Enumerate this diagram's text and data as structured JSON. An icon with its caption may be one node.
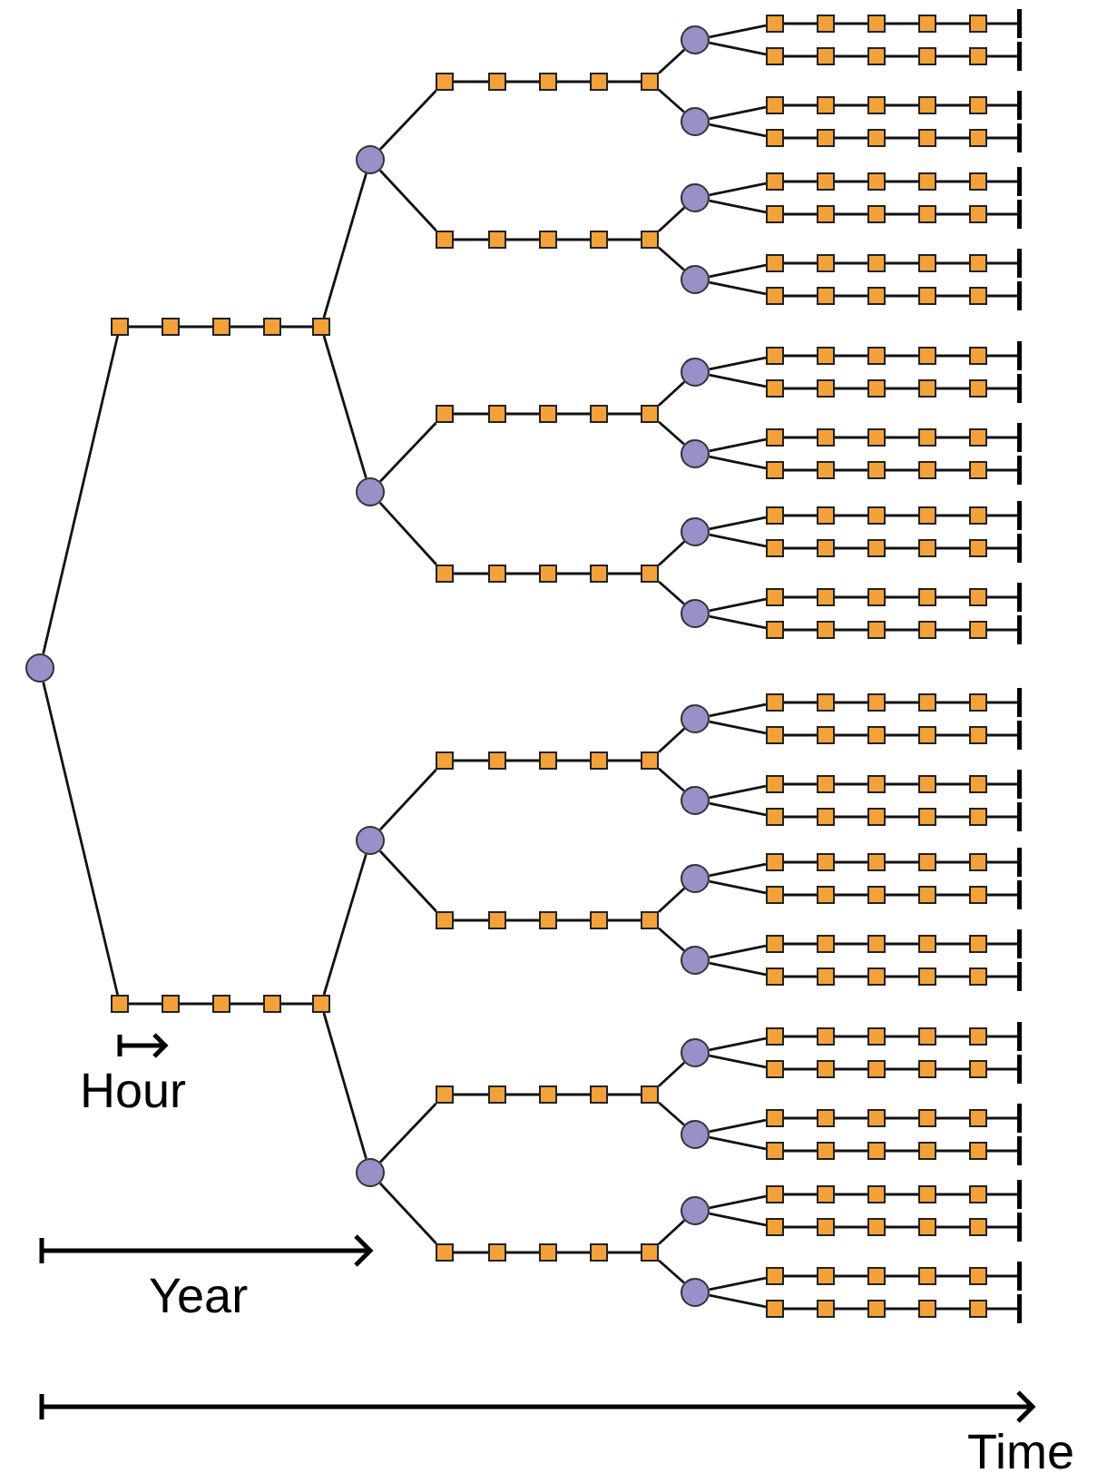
{
  "diagram": {
    "nodes": [
      {
        "text": [],
        "shape": "circle"
      },
      {
        "text": [],
        "shape": "box"
      },
      {
        "text": [],
        "shape": "box"
      },
      {
        "text": [],
        "shape": "box"
      },
      {
        "text": [],
        "shape": "box"
      },
      {
        "text": [],
        "shape": "box"
      },
      {
        "text": [],
        "shape": "box"
      },
      {
        "text": [],
        "shape": "box"
      },
      {
        "text": [],
        "shape": "box"
      },
      {
        "text": [],
        "shape": "box"
      },
      {
        "text": [],
        "shape": "box"
      },
      {
        "text": [],
        "shape": "circle"
      },
      {
        "text": [],
        "shape": "circle"
      },
      {
        "text": [],
        "shape": "circle"
      },
      {
        "text": [],
        "shape": "circle"
      },
      {
        "text": [],
        "shape": "box"
      },
      {
        "text": [],
        "shape": "box"
      },
      {
        "text": [],
        "shape": "box"
      },
      {
        "text": [],
        "shape": "box"
      },
      {
        "text": [],
        "shape": "box"
      },
      {
        "text": [],
        "shape": "box"
      },
      {
        "text": [],
        "shape": "box"
      },
      {
        "text": [],
        "shape": "box"
      },
      {
        "text": [],
        "shape": "box"
      },
      {
        "text": [],
        "shape": "box"
      },
      {
        "text": [],
        "shape": "box"
      },
      {
        "text": [],
        "shape": "box"
      },
      {
        "text": [],
        "shape": "box"
      },
      {
        "text": [],
        "shape": "box"
      },
      {
        "text": [],
        "shape": "box"
      },
      {
        "text": [],
        "shape": "box"
      },
      {
        "text": [],
        "shape": "box"
      },
      {
        "text": [],
        "shape": "box"
      },
      {
        "text": [],
        "shape": "box"
      },
      {
        "text": [],
        "shape": "box"
      },
      {
        "text": [],
        "shape": "box"
      },
      {
        "text": [],
        "shape": "box"
      },
      {
        "text": [],
        "shape": "box"
      },
      {
        "text": [],
        "shape": "box"
      },
      {
        "text": [],
        "shape": "box"
      },
      {
        "text": [],
        "shape": "box"
      },
      {
        "text": [],
        "shape": "box"
      },
      {
        "text": [],
        "shape": "box"
      },
      {
        "text": [],
        "shape": "box"
      },
      {
        "text": [],
        "shape": "box"
      },
      {
        "text": [],
        "shape": "box"
      },
      {
        "text": [],
        "shape": "box"
      },
      {
        "text": [],
        "shape": "box"
      },
      {
        "text": [],
        "shape": "box"
      },
      {
        "text": [],
        "shape": "box"
      },
      {
        "text": [],
        "shape": "box"
      },
      {
        "text": [],
        "shape": "box"
      },
      {
        "text": [],
        "shape": "box"
      },
      {
        "text": [],
        "shape": "box"
      },
      {
        "text": [],
        "shape": "box"
      },
      {
        "text": [],
        "shape": "circle"
      },
      {
        "text": [],
        "shape": "circle"
      },
      {
        "text": [],
        "shape": "circle"
      },
      {
        "text": [],
        "shape": "circle"
      },
      {
        "text": [],
        "shape": "circle"
      },
      {
        "text": [],
        "shape": "circle"
      },
      {
        "text": [],
        "shape": "circle"
      },
      {
        "text": [],
        "shape": "circle"
      },
      {
        "text": [],
        "shape": "circle"
      },
      {
        "text": [],
        "shape": "circle"
      },
      {
        "text": [],
        "shape": "circle"
      },
      {
        "text": [],
        "shape": "circle"
      },
      {
        "text": [],
        "shape": "circle"
      },
      {
        "text": [],
        "shape": "circle"
      },
      {
        "text": [],
        "shape": "circle"
      },
      {
        "text": [],
        "shape": "circle"
      },
      {
        "text": [],
        "shape": "box"
      },
      {
        "text": [],
        "shape": "box"
      },
      {
        "text": [],
        "shape": "box"
      },
      {
        "text": [],
        "shape": "box"
      },
      {
        "text": [],
        "shape": "box"
      },
      {
        "text": [],
        "shape": "box"
      },
      {
        "text": [],
        "shape": "box"
      },
      {
        "text": [],
        "shape": "box"
      },
      {
        "text": [],
        "shape": "box"
      },
      {
        "text": [],
        "shape": "box"
      },
      {
        "text": [],
        "shape": "box"
      },
      {
        "text": [],
        "shape": "box"
      },
      {
        "text": [],
        "shape": "box"
      },
      {
        "text": [],
        "shape": "box"
      },
      {
        "text": [],
        "shape": "box"
      },
      {
        "text": [],
        "shape": "box"
      },
      {
        "text": [],
        "shape": "box"
      },
      {
        "text": [],
        "shape": "box"
      },
      {
        "text": [],
        "shape": "box"
      },
      {
        "text": [],
        "shape": "box"
      },
      {
        "text": [],
        "shape": "box"
      },
      {
        "text": [],
        "shape": "box"
      },
      {
        "text": [],
        "shape": "box"
      },
      {
        "text": [],
        "shape": "box"
      },
      {
        "text": [],
        "shape": "box"
      },
      {
        "text": [],
        "shape": "box"
      },
      {
        "text": [],
        "shape": "box"
      },
      {
        "text": [],
        "shape": "box"
      },
      {
        "text": [],
        "shape": "box"
      },
      {
        "text": [],
        "shape": "box"
      },
      {
        "text": [],
        "shape": "box"
      },
      {
        "text": [],
        "shape": "box"
      },
      {
        "text": [],
        "shape": "box"
      },
      {
        "text": [],
        "shape": "box"
      },
      {
        "text": [],
        "shape": "box"
      },
      {
        "text": [],
        "shape": "box"
      },
      {
        "text": [],
        "shape": "box"
      },
      {
        "text": [],
        "shape": "box"
      },
      {
        "text": [],
        "shape": "box"
      },
      {
        "text": [],
        "shape": "box"
      },
      {
        "text": [],
        "shape": "box"
      },
      {
        "text": [],
        "shape": "box"
      },
      {
        "text": [],
        "shape": "box"
      },
      {
        "text": [],
        "shape": "box"
      },
      {
        "text": [],
        "shape": "box"
      },
      {
        "text": [],
        "shape": "box"
      },
      {
        "text": [],
        "shape": "box"
      },
      {
        "text": [],
        "shape": "box"
      },
      {
        "text": [],
        "shape": "box"
      },
      {
        "text": [],
        "shape": "box"
      },
      {
        "text": [],
        "shape": "box"
      },
      {
        "text": [],
        "shape": "box"
      },
      {
        "text": [],
        "shape": "box"
      },
      {
        "text": [],
        "shape": "box"
      },
      {
        "text": [],
        "shape": "box"
      },
      {
        "text": [],
        "shape": "box"
      },
      {
        "text": [],
        "shape": "box"
      },
      {
        "text": [],
        "shape": "box"
      },
      {
        "text": [],
        "shape": "box"
      },
      {
        "text": [],
        "shape": "box"
      },
      {
        "text": [],
        "shape": "box"
      },
      {
        "text": [],
        "shape": "box"
      },
      {
        "text": [],
        "shape": "box"
      },
      {
        "text": [],
        "shape": "box"
      },
      {
        "text": [],
        "shape": "box"
      },
      {
        "text": [],
        "shape": "box"
      },
      {
        "text": [],
        "shape": "box"
      },
      {
        "text": [],
        "shape": "box"
      },
      {
        "text": [],
        "shape": "box"
      },
      {
        "text": [],
        "shape": "box"
      },
      {
        "text": [],
        "shape": "box"
      },
      {
        "text": [],
        "shape": "box"
      },
      {
        "text": [],
        "shape": "box"
      },
      {
        "text": [],
        "shape": "box"
      },
      {
        "text": [],
        "shape": "box"
      },
      {
        "text": [],
        "shape": "box"
      },
      {
        "text": [],
        "shape": "box"
      },
      {
        "text": [],
        "shape": "box"
      },
      {
        "text": [],
        "shape": "box"
      },
      {
        "text": [],
        "shape": "box"
      },
      {
        "text": [],
        "shape": "box"
      },
      {
        "text": [],
        "shape": "box"
      },
      {
        "text": [],
        "shape": "box"
      },
      {
        "text": [],
        "shape": "box"
      },
      {
        "text": [],
        "shape": "box"
      },
      {
        "text": [],
        "shape": "box"
      },
      {
        "text": [],
        "shape": "box"
      },
      {
        "text": [],
        "shape": "box"
      },
      {
        "text": [],
        "shape": "box"
      },
      {
        "text": [],
        "shape": "box"
      },
      {
        "text": [],
        "shape": "box"
      },
      {
        "text": [],
        "shape": "box"
      },
      {
        "text": [],
        "shape": "box"
      },
      {
        "text": [],
        "shape": "box"
      },
      {
        "text": [],
        "shape": "box"
      },
      {
        "text": [],
        "shape": "box"
      },
      {
        "text": [],
        "shape": "box"
      },
      {
        "text": [],
        "shape": "box"
      },
      {
        "text": [],
        "shape": "box"
      },
      {
        "text": [],
        "shape": "box"
      },
      {
        "text": [],
        "shape": "box"
      },
      {
        "text": [],
        "shape": "box"
      },
      {
        "text": [],
        "shape": "box"
      },
      {
        "text": [],
        "shape": "box"
      },
      {
        "text": [],
        "shape": "box"
      },
      {
        "text": [],
        "shape": "box"
      },
      {
        "text": [],
        "shape": "box"
      },
      {
        "text": [],
        "shape": "box"
      },
      {
        "text": [],
        "shape": "box"
      },
      {
        "text": [],
        "shape": "box"
      },
      {
        "text": [],
        "shape": "box"
      },
      {
        "text": [],
        "shape": "box"
      },
      {
        "text": [],
        "shape": "box"
      },
      {
        "text": [],
        "shape": "box"
      },
      {
        "text": [],
        "shape": "box"
      },
      {
        "text": [],
        "shape": "box"
      },
      {
        "text": [],
        "shape": "box"
      },
      {
        "text": [],
        "shape": "box"
      },
      {
        "text": [],
        "shape": "box"
      },
      {
        "text": [],
        "shape": "box"
      },
      {
        "text": [],
        "shape": "box"
      },
      {
        "text": [],
        "shape": "box"
      },
      {
        "text": [],
        "shape": "box"
      },
      {
        "text": [],
        "shape": "box"
      },
      {
        "text": [],
        "shape": "box"
      },
      {
        "text": [],
        "shape": "box"
      },
      {
        "text": [],
        "shape": "box"
      },
      {
        "text": [],
        "shape": "box"
      },
      {
        "text": [],
        "shape": "box"
      },
      {
        "text": [],
        "shape": "box"
      },
      {
        "text": [],
        "shape": "box"
      },
      {
        "text": [],
        "shape": "box"
      },
      {
        "text": [],
        "shape": "box"
      },
      {
        "text": [],
        "shape": "box"
      },
      {
        "text": [],
        "shape": "box"
      },
      {
        "text": [],
        "shape": "box"
      },
      {
        "text": [],
        "shape": "box"
      },
      {
        "text": [],
        "shape": "box"
      },
      {
        "text": [],
        "shape": "box"
      },
      {
        "text": [],
        "shape": "box"
      },
      {
        "text": [],
        "shape": "box"
      },
      {
        "text": [],
        "shape": "box"
      },
      {
        "text": [],
        "shape": "box"
      },
      {
        "text": [],
        "shape": "box"
      },
      {
        "text": [],
        "shape": "box"
      },
      {
        "text": [],
        "shape": "box"
      },
      {
        "text": [],
        "shape": "box"
      },
      {
        "text": [],
        "shape": "box"
      },
      {
        "text": [],
        "shape": "box"
      },
      {
        "text": [],
        "shape": "box"
      },
      {
        "text": [],
        "shape": "box"
      },
      {
        "text": [],
        "shape": "box"
      },
      {
        "text": [],
        "shape": "box"
      },
      {
        "text": [],
        "shape": "box"
      },
      {
        "text": [],
        "shape": "box"
      },
      {
        "text": [],
        "shape": "box"
      },
      {
        "text": [],
        "shape": "box"
      },
      {
        "text": [],
        "shape": "box"
      },
      {
        "text": [],
        "shape": "box"
      },
      {
        "text": [],
        "shape": "box"
      }
    ],
    "edges": [
      {
        "from": 0,
        "to": 1,
        "arrow": "none"
      },
      {
        "from": 0,
        "to": 6,
        "arrow": "none"
      },
      {
        "from": 1,
        "to": 2,
        "arrow": "none"
      },
      {
        "from": 2,
        "to": 3,
        "arrow": "none"
      },
      {
        "from": 3,
        "to": 4,
        "arrow": "none"
      },
      {
        "from": 4,
        "to": 5,
        "arrow": "none"
      },
      {
        "from": 6,
        "to": 7,
        "arrow": "none"
      },
      {
        "from": 7,
        "to": 8,
        "arrow": "none"
      },
      {
        "from": 8,
        "to": 9,
        "arrow": "none"
      },
      {
        "from": 9,
        "to": 10,
        "arrow": "none"
      },
      {
        "from": 5,
        "to": 11,
        "arrow": "none"
      },
      {
        "from": 5,
        "to": 12,
        "arrow": "none"
      },
      {
        "from": 10,
        "to": 13,
        "arrow": "none"
      },
      {
        "from": 10,
        "to": 14,
        "arrow": "none"
      },
      {
        "from": 11,
        "to": 15,
        "arrow": "none"
      },
      {
        "from": 11,
        "to": 20,
        "arrow": "none"
      },
      {
        "from": 12,
        "to": 25,
        "arrow": "none"
      },
      {
        "from": 12,
        "to": 30,
        "arrow": "none"
      },
      {
        "from": 13,
        "to": 35,
        "arrow": "none"
      },
      {
        "from": 13,
        "to": 40,
        "arrow": "none"
      },
      {
        "from": 14,
        "to": 45,
        "arrow": "none"
      },
      {
        "from": 14,
        "to": 50,
        "arrow": "none"
      },
      {
        "from": 15,
        "to": 16,
        "arrow": "none"
      },
      {
        "from": 16,
        "to": 17,
        "arrow": "none"
      },
      {
        "from": 17,
        "to": 18,
        "arrow": "none"
      },
      {
        "from": 18,
        "to": 19,
        "arrow": "none"
      },
      {
        "from": 20,
        "to": 21,
        "arrow": "none"
      },
      {
        "from": 21,
        "to": 22,
        "arrow": "none"
      },
      {
        "from": 22,
        "to": 23,
        "arrow": "none"
      },
      {
        "from": 23,
        "to": 24,
        "arrow": "none"
      },
      {
        "from": 25,
        "to": 26,
        "arrow": "none"
      },
      {
        "from": 26,
        "to": 27,
        "arrow": "none"
      },
      {
        "from": 27,
        "to": 28,
        "arrow": "none"
      },
      {
        "from": 28,
        "to": 29,
        "arrow": "none"
      },
      {
        "from": 30,
        "to": 31,
        "arrow": "none"
      },
      {
        "from": 31,
        "to": 32,
        "arrow": "none"
      },
      {
        "from": 32,
        "to": 33,
        "arrow": "none"
      },
      {
        "from": 33,
        "to": 34,
        "arrow": "none"
      },
      {
        "from": 35,
        "to": 36,
        "arrow": "none"
      },
      {
        "from": 36,
        "to": 37,
        "arrow": "none"
      },
      {
        "from": 37,
        "to": 38,
        "arrow": "none"
      },
      {
        "from": 38,
        "to": 39,
        "arrow": "none"
      },
      {
        "from": 40,
        "to": 41,
        "arrow": "none"
      },
      {
        "from": 41,
        "to": 42,
        "arrow": "none"
      },
      {
        "from": 42,
        "to": 43,
        "arrow": "none"
      },
      {
        "from": 43,
        "to": 44,
        "arrow": "none"
      },
      {
        "from": 45,
        "to": 46,
        "arrow": "none"
      },
      {
        "from": 46,
        "to": 47,
        "arrow": "none"
      },
      {
        "from": 47,
        "to": 48,
        "arrow": "none"
      },
      {
        "from": 48,
        "to": 49,
        "arrow": "none"
      },
      {
        "from": 50,
        "to": 51,
        "arrow": "none"
      },
      {
        "from": 51,
        "to": 52,
        "arrow": "none"
      },
      {
        "from": 52,
        "to": 53,
        "arrow": "none"
      },
      {
        "from": 53,
        "to": 54,
        "arrow": "none"
      },
      {
        "from": 19,
        "to": 55,
        "arrow": "none"
      },
      {
        "from": 19,
        "to": 56,
        "arrow": "none"
      },
      {
        "from": 24,
        "to": 57,
        "arrow": "none"
      },
      {
        "from": 24,
        "to": 58,
        "arrow": "none"
      },
      {
        "from": 29,
        "to": 59,
        "arrow": "none"
      },
      {
        "from": 29,
        "to": 60,
        "arrow": "none"
      },
      {
        "from": 34,
        "to": 61,
        "arrow": "none"
      },
      {
        "from": 34,
        "to": 62,
        "arrow": "none"
      },
      {
        "from": 39,
        "to": 63,
        "arrow": "none"
      },
      {
        "from": 39,
        "to": 64,
        "arrow": "none"
      },
      {
        "from": 44,
        "to": 65,
        "arrow": "none"
      },
      {
        "from": 44,
        "to": 66,
        "arrow": "none"
      },
      {
        "from": 49,
        "to": 67,
        "arrow": "none"
      },
      {
        "from": 49,
        "to": 68,
        "arrow": "none"
      },
      {
        "from": 54,
        "to": 69,
        "arrow": "none"
      },
      {
        "from": 54,
        "to": 70,
        "arrow": "none"
      },
      {
        "from": 55,
        "to": 71,
        "arrow": "none"
      },
      {
        "from": 55,
        "to": 76,
        "arrow": "none"
      },
      {
        "from": 56,
        "to": 81,
        "arrow": "none"
      },
      {
        "from": 56,
        "to": 86,
        "arrow": "none"
      },
      {
        "from": 57,
        "to": 91,
        "arrow": "none"
      },
      {
        "from": 57,
        "to": 96,
        "arrow": "none"
      },
      {
        "from": 58,
        "to": 101,
        "arrow": "none"
      },
      {
        "from": 58,
        "to": 106,
        "arrow": "none"
      },
      {
        "from": 59,
        "to": 111,
        "arrow": "none"
      },
      {
        "from": 59,
        "to": 116,
        "arrow": "none"
      },
      {
        "from": 60,
        "to": 121,
        "arrow": "none"
      },
      {
        "from": 60,
        "to": 126,
        "arrow": "none"
      },
      {
        "from": 61,
        "to": 131,
        "arrow": "none"
      },
      {
        "from": 61,
        "to": 136,
        "arrow": "none"
      },
      {
        "from": 62,
        "to": 141,
        "arrow": "none"
      },
      {
        "from": 62,
        "to": 146,
        "arrow": "none"
      },
      {
        "from": 63,
        "to": 151,
        "arrow": "none"
      },
      {
        "from": 63,
        "to": 156,
        "arrow": "none"
      },
      {
        "from": 64,
        "to": 161,
        "arrow": "none"
      },
      {
        "from": 64,
        "to": 166,
        "arrow": "none"
      },
      {
        "from": 65,
        "to": 171,
        "arrow": "none"
      },
      {
        "from": 65,
        "to": 176,
        "arrow": "none"
      },
      {
        "from": 66,
        "to": 181,
        "arrow": "none"
      },
      {
        "from": 66,
        "to": 186,
        "arrow": "none"
      },
      {
        "from": 67,
        "to": 191,
        "arrow": "none"
      },
      {
        "from": 67,
        "to": 196,
        "arrow": "none"
      },
      {
        "from": 68,
        "to": 201,
        "arrow": "none"
      },
      {
        "from": 68,
        "to": 206,
        "arrow": "none"
      },
      {
        "from": 69,
        "to": 211,
        "arrow": "none"
      },
      {
        "from": 69,
        "to": 216,
        "arrow": "none"
      },
      {
        "from": 70,
        "to": 221,
        "arrow": "none"
      },
      {
        "from": 70,
        "to": 226,
        "arrow": "none"
      },
      {
        "from": 71,
        "to": 72,
        "arrow": "none"
      },
      {
        "from": 72,
        "to": 73,
        "arrow": "none"
      },
      {
        "from": 73,
        "to": 74,
        "arrow": "none"
      },
      {
        "from": 74,
        "to": 75,
        "arrow": "none"
      },
      {
        "from": 76,
        "to": 77,
        "arrow": "none"
      },
      {
        "from": 77,
        "to": 78,
        "arrow": "none"
      },
      {
        "from": 78,
        "to": 79,
        "arrow": "none"
      },
      {
        "from": 79,
        "to": 80,
        "arrow": "none"
      },
      {
        "from": 81,
        "to": 82,
        "arrow": "none"
      },
      {
        "from": 82,
        "to": 83,
        "arrow": "none"
      },
      {
        "from": 83,
        "to": 84,
        "arrow": "none"
      },
      {
        "from": 84,
        "to": 85,
        "arrow": "none"
      },
      {
        "from": 86,
        "to": 87,
        "arrow": "none"
      },
      {
        "from": 87,
        "to": 88,
        "arrow": "none"
      },
      {
        "from": 88,
        "to": 89,
        "arrow": "none"
      },
      {
        "from": 89,
        "to": 90,
        "arrow": "none"
      },
      {
        "from": 91,
        "to": 92,
        "arrow": "none"
      },
      {
        "from": 92,
        "to": 93,
        "arrow": "none"
      },
      {
        "from": 93,
        "to": 94,
        "arrow": "none"
      },
      {
        "from": 94,
        "to": 95,
        "arrow": "none"
      },
      {
        "from": 96,
        "to": 97,
        "arrow": "none"
      },
      {
        "from": 97,
        "to": 98,
        "arrow": "none"
      },
      {
        "from": 98,
        "to": 99,
        "arrow": "none"
      },
      {
        "from": 99,
        "to": 100,
        "arrow": "none"
      },
      {
        "from": 101,
        "to": 102,
        "arrow": "none"
      },
      {
        "from": 102,
        "to": 103,
        "arrow": "none"
      },
      {
        "from": 103,
        "to": 104,
        "arrow": "none"
      },
      {
        "from": 104,
        "to": 105,
        "arrow": "none"
      },
      {
        "from": 106,
        "to": 107,
        "arrow": "none"
      },
      {
        "from": 107,
        "to": 108,
        "arrow": "none"
      },
      {
        "from": 108,
        "to": 109,
        "arrow": "none"
      },
      {
        "from": 109,
        "to": 110,
        "arrow": "none"
      },
      {
        "from": 111,
        "to": 112,
        "arrow": "none"
      },
      {
        "from": 112,
        "to": 113,
        "arrow": "none"
      },
      {
        "from": 113,
        "to": 114,
        "arrow": "none"
      },
      {
        "from": 114,
        "to": 115,
        "arrow": "none"
      },
      {
        "from": 116,
        "to": 117,
        "arrow": "none"
      },
      {
        "from": 117,
        "to": 118,
        "arrow": "none"
      },
      {
        "from": 118,
        "to": 119,
        "arrow": "none"
      },
      {
        "from": 119,
        "to": 120,
        "arrow": "none"
      },
      {
        "from": 121,
        "to": 122,
        "arrow": "none"
      },
      {
        "from": 122,
        "to": 123,
        "arrow": "none"
      },
      {
        "from": 123,
        "to": 124,
        "arrow": "none"
      },
      {
        "from": 124,
        "to": 125,
        "arrow": "none"
      },
      {
        "from": 126,
        "to": 127,
        "arrow": "none"
      },
      {
        "from": 127,
        "to": 128,
        "arrow": "none"
      },
      {
        "from": 128,
        "to": 129,
        "arrow": "none"
      },
      {
        "from": 129,
        "to": 130,
        "arrow": "none"
      },
      {
        "from": 131,
        "to": 132,
        "arrow": "none"
      },
      {
        "from": 132,
        "to": 133,
        "arrow": "none"
      },
      {
        "from": 133,
        "to": 134,
        "arrow": "none"
      },
      {
        "from": 134,
        "to": 135,
        "arrow": "none"
      },
      {
        "from": 136,
        "to": 137,
        "arrow": "none"
      },
      {
        "from": 137,
        "to": 138,
        "arrow": "none"
      },
      {
        "from": 138,
        "to": 139,
        "arrow": "none"
      },
      {
        "from": 139,
        "to": 140,
        "arrow": "none"
      },
      {
        "from": 141,
        "to": 142,
        "arrow": "none"
      },
      {
        "from": 142,
        "to": 143,
        "arrow": "none"
      },
      {
        "from": 143,
        "to": 144,
        "arrow": "none"
      },
      {
        "from": 144,
        "to": 145,
        "arrow": "none"
      },
      {
        "from": 146,
        "to": 147,
        "arrow": "none"
      },
      {
        "from": 147,
        "to": 148,
        "arrow": "none"
      },
      {
        "from": 148,
        "to": 149,
        "arrow": "none"
      },
      {
        "from": 149,
        "to": 150,
        "arrow": "none"
      },
      {
        "from": 151,
        "to": 152,
        "arrow": "none"
      },
      {
        "from": 152,
        "to": 153,
        "arrow": "none"
      },
      {
        "from": 153,
        "to": 154,
        "arrow": "none"
      },
      {
        "from": 154,
        "to": 155,
        "arrow": "none"
      },
      {
        "from": 156,
        "to": 157,
        "arrow": "none"
      },
      {
        "from": 157,
        "to": 158,
        "arrow": "none"
      },
      {
        "from": 158,
        "to": 159,
        "arrow": "none"
      },
      {
        "from": 159,
        "to": 160,
        "arrow": "none"
      },
      {
        "from": 161,
        "to": 162,
        "arrow": "none"
      },
      {
        "from": 162,
        "to": 163,
        "arrow": "none"
      },
      {
        "from": 163,
        "to": 164,
        "arrow": "none"
      },
      {
        "from": 164,
        "to": 165,
        "arrow": "none"
      },
      {
        "from": 166,
        "to": 167,
        "arrow": "none"
      },
      {
        "from": 167,
        "to": 168,
        "arrow": "none"
      },
      {
        "from": 168,
        "to": 169,
        "arrow": "none"
      },
      {
        "from": 169,
        "to": 170,
        "arrow": "none"
      },
      {
        "from": 171,
        "to": 172,
        "arrow": "none"
      },
      {
        "from": 172,
        "to": 173,
        "arrow": "none"
      },
      {
        "from": 173,
        "to": 174,
        "arrow": "none"
      },
      {
        "from": 174,
        "to": 175,
        "arrow": "none"
      },
      {
        "from": 176,
        "to": 177,
        "arrow": "none"
      },
      {
        "from": 177,
        "to": 178,
        "arrow": "none"
      },
      {
        "from": 178,
        "to": 179,
        "arrow": "none"
      },
      {
        "from": 179,
        "to": 180,
        "arrow": "none"
      },
      {
        "from": 181,
        "to": 182,
        "arrow": "none"
      },
      {
        "from": 182,
        "to": 183,
        "arrow": "none"
      },
      {
        "from": 183,
        "to": 184,
        "arrow": "none"
      },
      {
        "from": 184,
        "to": 185,
        "arrow": "none"
      },
      {
        "from": 186,
        "to": 187,
        "arrow": "none"
      },
      {
        "from": 187,
        "to": 188,
        "arrow": "none"
      },
      {
        "from": 188,
        "to": 189,
        "arrow": "none"
      },
      {
        "from": 189,
        "to": 190,
        "arrow": "none"
      },
      {
        "from": 191,
        "to": 192,
        "arrow": "none"
      },
      {
        "from": 192,
        "to": 193,
        "arrow": "none"
      },
      {
        "from": 193,
        "to": 194,
        "arrow": "none"
      },
      {
        "from": 194,
        "to": 195,
        "arrow": "none"
      },
      {
        "from": 196,
        "to": 197,
        "arrow": "none"
      },
      {
        "from": 197,
        "to": 198,
        "arrow": "none"
      },
      {
        "from": 198,
        "to": 199,
        "arrow": "none"
      },
      {
        "from": 199,
        "to": 200,
        "arrow": "none"
      },
      {
        "from": 201,
        "to": 202,
        "arrow": "none"
      },
      {
        "from": 202,
        "to": 203,
        "arrow": "none"
      },
      {
        "from": 203,
        "to": 204,
        "arrow": "none"
      },
      {
        "from": 204,
        "to": 205,
        "arrow": "none"
      },
      {
        "from": 206,
        "to": 207,
        "arrow": "none"
      },
      {
        "from": 207,
        "to": 208,
        "arrow": "none"
      },
      {
        "from": 208,
        "to": 209,
        "arrow": "none"
      },
      {
        "from": 209,
        "to": 210,
        "arrow": "none"
      },
      {
        "from": 211,
        "to": 212,
        "arrow": "none"
      },
      {
        "from": 212,
        "to": 213,
        "arrow": "none"
      },
      {
        "from": 213,
        "to": 214,
        "arrow": "none"
      },
      {
        "from": 214,
        "to": 215,
        "arrow": "none"
      },
      {
        "from": 216,
        "to": 217,
        "arrow": "none"
      },
      {
        "from": 217,
        "to": 218,
        "arrow": "none"
      },
      {
        "from": 218,
        "to": 219,
        "arrow": "none"
      },
      {
        "from": 219,
        "to": 220,
        "arrow": "none"
      },
      {
        "from": 221,
        "to": 222,
        "arrow": "none"
      },
      {
        "from": 222,
        "to": 223,
        "arrow": "none"
      },
      {
        "from": 223,
        "to": 224,
        "arrow": "none"
      },
      {
        "from": 224,
        "to": 225,
        "arrow": "none"
      },
      {
        "from": 226,
        "to": 227,
        "arrow": "none"
      },
      {
        "from": 227,
        "to": 228,
        "arrow": "none"
      },
      {
        "from": 228,
        "to": 229,
        "arrow": "none"
      },
      {
        "from": 229,
        "to": 230,
        "arrow": "none"
      },
      {
        "from": 75,
        "to": null,
        "arrow": "other"
      },
      {
        "from": 80,
        "to": null,
        "arrow": "other"
      },
      {
        "from": 85,
        "to": null,
        "arrow": "other"
      },
      {
        "from": 90,
        "to": null,
        "arrow": "other"
      },
      {
        "from": 95,
        "to": null,
        "arrow": "other"
      },
      {
        "from": 100,
        "to": null,
        "arrow": "other"
      },
      {
        "from": 105,
        "to": null,
        "arrow": "other"
      },
      {
        "from": 110,
        "to": null,
        "arrow": "other"
      },
      {
        "from": 115,
        "to": null,
        "arrow": "other"
      },
      {
        "from": 120,
        "to": null,
        "arrow": "other"
      },
      {
        "from": 125,
        "to": null,
        "arrow": "other"
      },
      {
        "from": 130,
        "to": null,
        "arrow": "other"
      },
      {
        "from": 135,
        "to": null,
        "arrow": "other"
      },
      {
        "from": 140,
        "to": null,
        "arrow": "other"
      },
      {
        "from": 145,
        "to": null,
        "arrow": "other"
      },
      {
        "from": 150,
        "to": null,
        "arrow": "other"
      },
      {
        "from": 155,
        "to": null,
        "arrow": "other"
      },
      {
        "from": 160,
        "to": null,
        "arrow": "other"
      },
      {
        "from": 165,
        "to": null,
        "arrow": "other"
      },
      {
        "from": 170,
        "to": null,
        "arrow": "other"
      },
      {
        "from": 175,
        "to": null,
        "arrow": "other"
      },
      {
        "from": 180,
        "to": null,
        "arrow": "other"
      },
      {
        "from": 185,
        "to": null,
        "arrow": "other"
      },
      {
        "from": 190,
        "to": null,
        "arrow": "other"
      },
      {
        "from": 195,
        "to": null,
        "arrow": "other"
      },
      {
        "from": 200,
        "to": null,
        "arrow": "other"
      },
      {
        "from": 205,
        "to": null,
        "arrow": "other"
      },
      {
        "from": 210,
        "to": null,
        "arrow": "other"
      },
      {
        "from": 215,
        "to": null,
        "arrow": "other"
      },
      {
        "from": 220,
        "to": null,
        "arrow": "other"
      },
      {
        "from": 225,
        "to": null,
        "arrow": "other"
      },
      {
        "from": 230,
        "to": null,
        "arrow": "other"
      }
    ],
    "labels": [
      "Hour",
      "Year",
      "Time"
    ]
  }
}
